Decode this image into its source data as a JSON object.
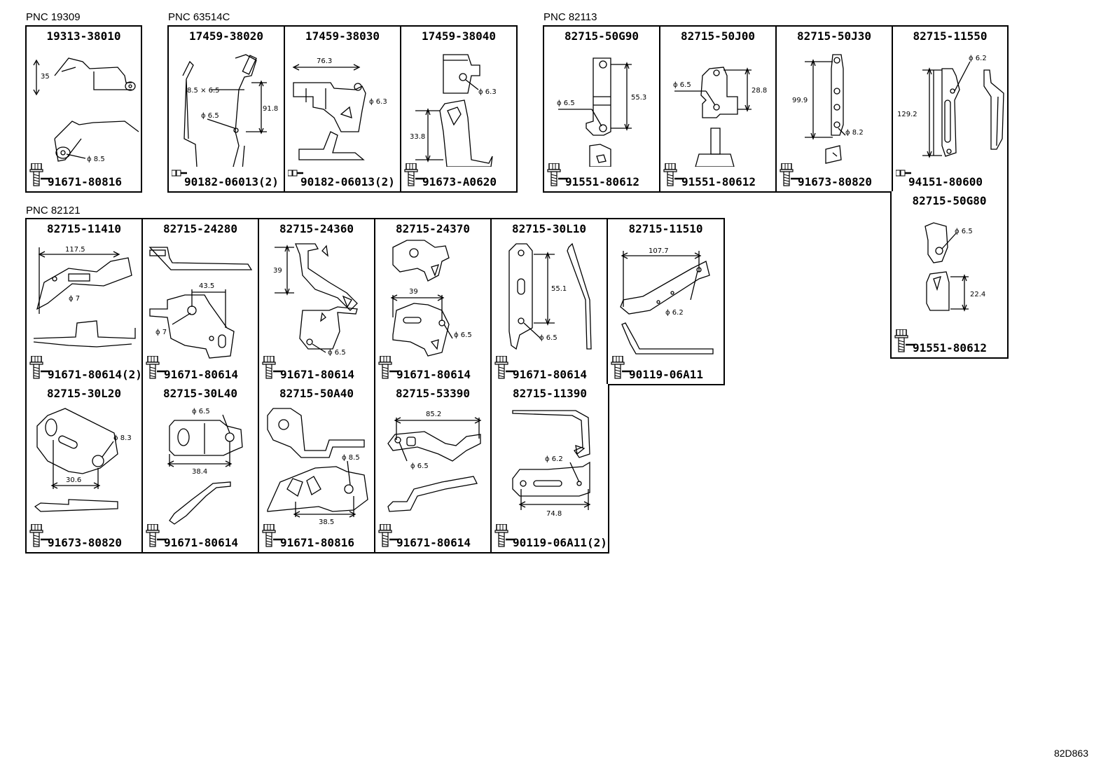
{
  "groups": [
    {
      "pnc": "PNC 19309",
      "cells": [
        {
          "pn": "19313-38010",
          "hw": "91671-80816",
          "dims": [
            "35",
            "ϕ 8.5"
          ]
        }
      ]
    },
    {
      "pnc": "PNC 63514C",
      "cells": [
        {
          "pn": "17459-38020",
          "hw": "90182-06013(2)",
          "dims": [
            "8.5 × 6.5",
            "91.8",
            "ϕ 6.5"
          ]
        },
        {
          "pn": "17459-38030",
          "hw": "90182-06013(2)",
          "dims": [
            "76.3",
            "ϕ 6.3"
          ]
        },
        {
          "pn": "17459-38040",
          "hw": "91673-A0620",
          "dims": [
            "ϕ 6.3",
            "33.8"
          ]
        }
      ]
    },
    {
      "pnc": "PNC 82113",
      "cells": [
        {
          "pn": "82715-50G90",
          "hw": "91551-80612",
          "dims": [
            "ϕ 6.5",
            "55.3"
          ]
        },
        {
          "pn": "82715-50J00",
          "hw": "91551-80612",
          "dims": [
            "ϕ 6.5",
            "28.8"
          ]
        },
        {
          "pn": "82715-50J30",
          "hw": "91673-80820",
          "dims": [
            "99.9",
            "ϕ 8.2"
          ]
        },
        {
          "pn": "82715-11550",
          "hw": "94151-80600",
          "dims": [
            "ϕ 6.2",
            "129.2"
          ]
        },
        {
          "pn": "82715-50G80",
          "hw": "91551-80612",
          "dims": [
            "ϕ 6.5",
            "22.4"
          ]
        }
      ]
    },
    {
      "pnc": "PNC 82121",
      "cells": [
        {
          "pn": "82715-11410",
          "hw": "91671-80614(2)",
          "dims": [
            "117.5",
            "ϕ 7"
          ]
        },
        {
          "pn": "82715-24280",
          "hw": "91671-80614",
          "dims": [
            "43.5",
            "ϕ 7"
          ]
        },
        {
          "pn": "82715-24360",
          "hw": "91671-80614",
          "dims": [
            "39",
            "ϕ 6.5"
          ]
        },
        {
          "pn": "82715-24370",
          "hw": "91671-80614",
          "dims": [
            "39",
            "ϕ 6.5"
          ]
        },
        {
          "pn": "82715-30L10",
          "hw": "91671-80614",
          "dims": [
            "55.1",
            "ϕ 6.5"
          ]
        },
        {
          "pn": "82715-11510",
          "hw": "90119-06A11",
          "dims": [
            "107.7",
            "ϕ 6.2"
          ]
        },
        {
          "pn": "82715-30L20",
          "hw": "91673-80820",
          "dims": [
            "ϕ 8.3",
            "30.6"
          ]
        },
        {
          "pn": "82715-30L40",
          "hw": "91671-80614",
          "dims": [
            "ϕ 6.5",
            "38.4"
          ]
        },
        {
          "pn": "82715-50A40",
          "hw": "91671-80816",
          "dims": [
            "ϕ 8.5",
            "38.5"
          ]
        },
        {
          "pn": "82715-53390",
          "hw": "91671-80614",
          "dims": [
            "85.2",
            "ϕ 6.5"
          ]
        },
        {
          "pn": "82715-11390",
          "hw": "90119-06A11(2)",
          "dims": [
            "ϕ 6.2",
            "74.8"
          ]
        }
      ]
    }
  ],
  "drawing_code": "82D863"
}
